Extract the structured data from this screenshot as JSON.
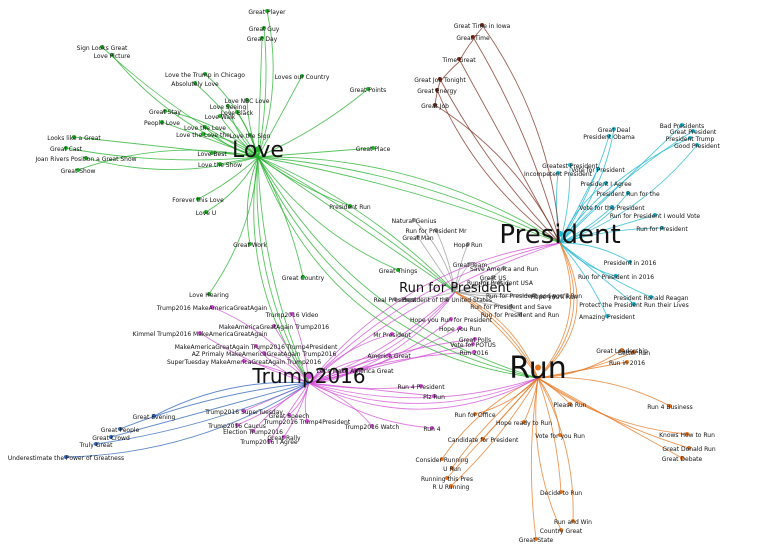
{
  "colors": {
    "green": "#22b02a",
    "cyan": "#19b6cf",
    "orange": "#e6761e",
    "violet": "#d24fd6",
    "brown": "#7b2a1a",
    "blue": "#2b63b8",
    "grey": "#9a9a9a"
  },
  "hubs": [
    {
      "id": "love",
      "label": "Love",
      "color": "green"
    },
    {
      "id": "president",
      "label": "President",
      "color": "cyan"
    },
    {
      "id": "run",
      "label": "Run",
      "color": "orange"
    },
    {
      "id": "trump2016",
      "label": "Trump2016",
      "color": "violet"
    },
    {
      "id": "rfp",
      "label": "Run for President",
      "color": "grey"
    }
  ],
  "labels": {
    "love": [
      "Great Player",
      "Great Guy",
      "Great Day",
      "Sign Looks Great",
      "Love Picture",
      "Love the Trump in Chicago",
      "Absolutely Love",
      "Loves our Country",
      "Love NBC Love",
      "Love Seeing",
      "Great Stay",
      "Love Black",
      "People Love",
      "Love Walk",
      "Love the Love",
      "Love the Love the",
      "Love the Sign",
      "Looks like a Great",
      "Great Cast",
      "Joan Rivers Position a Great Show",
      "Great Show",
      "Love Best",
      "Love the Show",
      "Forever this Love",
      "Love U",
      "Great Work",
      "Great Points",
      "Great Place",
      "Great Country",
      "Love Hearing",
      "Great Things",
      "President Run"
    ],
    "president": [
      "Great Deal",
      "President Obama",
      "Bad Presidents",
      "Great President",
      "President Trump",
      "Good President",
      "Greatest President",
      "Vote for President",
      "Incompetent President",
      "President I Agree",
      "President Run for the",
      "Vote for the President",
      "Run for President I would Vote",
      "Run for President",
      "President in 2016",
      "Run for President in 2016",
      "President Ronald Reagan",
      "Protect the President Run their Lives",
      "Amazing President"
    ],
    "run": [
      "Great Leadership",
      "Better Run",
      "Run in 2016",
      "Please Run",
      "Run 4 Business",
      "Knows How to Run",
      "Great Donald Run",
      "Great Debate",
      "Decide to Run",
      "Run and Win",
      "Country Great",
      "Great State",
      "Candidate for President",
      "Hope ready to Run",
      "Run for Office",
      "Consider Running",
      "U Run",
      "Running this Pres",
      "R U Running",
      "Vote for you Run"
    ],
    "trump2016": [
      "Trump2016 MakeAmericaGreatAgain",
      "Trump2016 Video",
      "MakeAmericaGreatAgain Trump2016",
      "Kimmel Trump2016 MakeAmericaGreatAgain",
      "MakeAmericaGreatAgain Trump2016 Trump4President",
      "AZ Primaly MakeAmericaGreatAgain Trump2016",
      "SuperTuesday MakeAmericaGreatAgain Trump2016",
      "Trump2016 SuperTuesday",
      "Trump2016 Caucus",
      "Great Speech",
      "Trump2016 Trump4President",
      "Election Trump2016",
      "Trump2016 I Agree",
      "Great Rally",
      "Trump2016 Watch",
      "Run 4",
      "Run 4 President",
      "Plz Run",
      "Great Polls",
      "Mr President",
      "Hope you Run for President",
      "Hope you Run",
      "Vote for POTUS",
      "Run 2016",
      "America Great",
      "Let's Make America Great"
    ],
    "blue": [
      "Great Evening",
      "Great People",
      "Great Crowd",
      "Truly Great",
      "Underestimate the Power of Greatness"
    ],
    "brown": [
      "Great Time in Iowa",
      "Great Time",
      "Time Great",
      "Great Job Tonight",
      "Great Energy",
      "Great Job"
    ],
    "grey": [
      "Natural Genius",
      "Run for President Mr",
      "Great Man",
      "Hope Run",
      "Great Team",
      "Save America and Run",
      "Great US",
      "Run for President USA",
      "Real President",
      "President of the United States",
      "Run for President and Save",
      "Run for President and you'll Run",
      "Hope you'll Run",
      "Run for President and Run"
    ]
  }
}
